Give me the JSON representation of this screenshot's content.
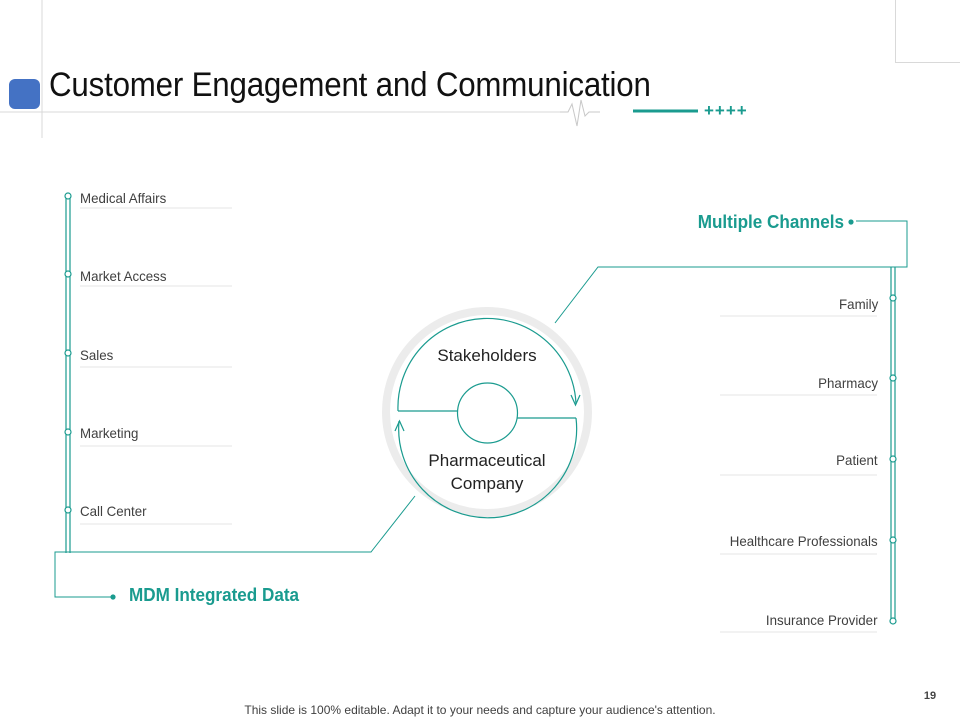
{
  "slide": {
    "title": "Customer Engagement and Communication",
    "page_number": "19",
    "footer_note": "This slide is 100% editable. Adapt it to your needs and capture your audience's attention.",
    "decoration_plus": "++++"
  },
  "left_column": {
    "heading": "MDM Integrated Data",
    "items": [
      "Medical Affairs",
      "Market Access",
      "Sales",
      "Marketing",
      "Call Center"
    ]
  },
  "right_column": {
    "heading": "Multiple Channels",
    "items": [
      "Family",
      "Pharmacy",
      "Patient",
      "Healthcare Professionals",
      "Insurance Provider"
    ]
  },
  "center": {
    "top_label": "Stakeholders",
    "bottom_label_line1": "Pharmaceutical",
    "bottom_label_line2": "Company"
  },
  "colors": {
    "accent_teal": "#1a9b8f",
    "title_badge_blue": "#4472c4",
    "outer_ring_gray": "#ececec"
  }
}
